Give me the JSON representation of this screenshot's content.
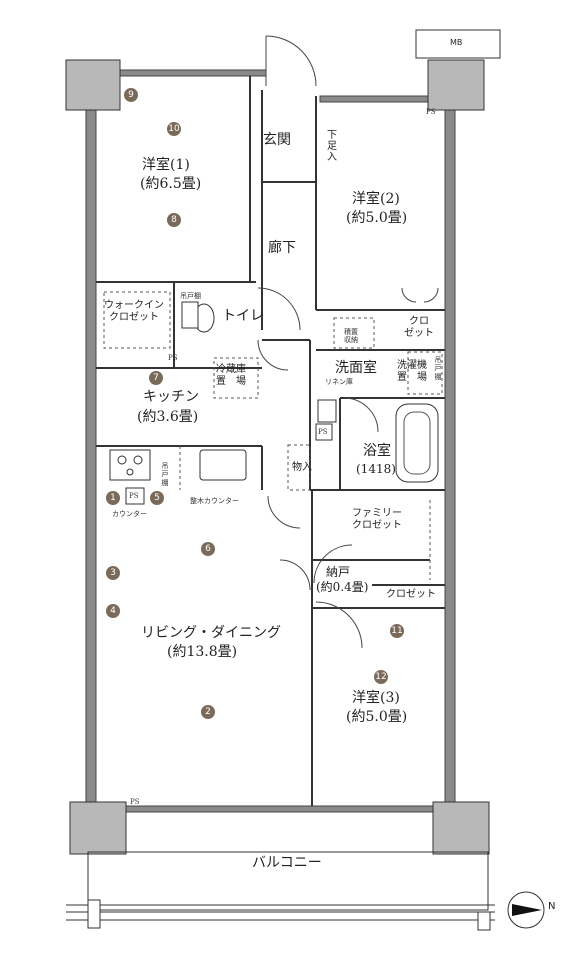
{
  "rooms": {
    "bedroom1": {
      "name": "洋室(1)",
      "size": "(約6.5畳)"
    },
    "bedroom2": {
      "name": "洋室(2)",
      "size": "(約5.0畳)"
    },
    "bedroom3": {
      "name": "洋室(3)",
      "size": "(約5.0畳)"
    },
    "kitchen": {
      "name": "キッチン",
      "size": "(約3.6畳)"
    },
    "living": {
      "name": "リビング・ダイニング",
      "size": "(約13.8畳)"
    },
    "bath": {
      "name": "浴室",
      "size": "(1418)"
    },
    "storeroom": {
      "name": "納戸",
      "size": "(約0.4畳)"
    }
  },
  "labels": {
    "mb": "MB",
    "entrance": "玄関",
    "shoe": "下足入",
    "hallway": "廊下",
    "wic": "ウォークイン\nクロゼット",
    "toilet": "トイレ",
    "toilet_shelf": "吊戸棚",
    "closet_b2": "クロ\nゼット",
    "washroom": "洗面室",
    "linen": "リネン庫",
    "storage_small": "積置\n収納",
    "washer": "洗濯機\n置　場",
    "washroom_shelf": "吊戸棚",
    "fridge": "冷蔵庫\n置　場",
    "kitchen_shelf": "吊戸棚",
    "ps": "PS",
    "counter": "カウンター",
    "sys_counter": "整木カウンター",
    "storage_in": "物入",
    "family_closet": "ファミリー\nクロゼット",
    "closet": "クロゼット",
    "balcony": "バルコニー",
    "north": "N"
  },
  "markers": [
    "1",
    "2",
    "3",
    "4",
    "5",
    "6",
    "7",
    "8",
    "9",
    "10",
    "11",
    "12"
  ],
  "colors": {
    "wall": "#7a7a7a",
    "marker": "#7a6a5a",
    "line": "#333333"
  }
}
